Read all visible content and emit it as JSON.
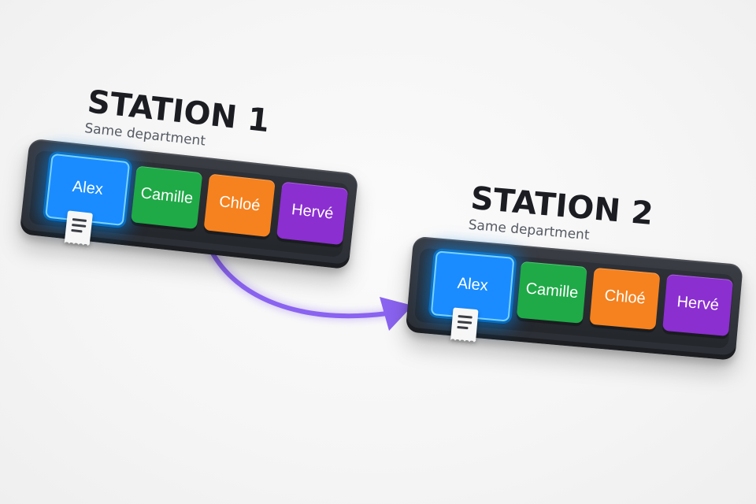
{
  "stations": [
    {
      "title": "STATION 1",
      "subtitle": "Same department",
      "seats": [
        {
          "name": "Alex",
          "color": "#1a8cff",
          "selected": true,
          "has_document": true
        },
        {
          "name": "Camille",
          "color": "#1faa47",
          "selected": false,
          "has_document": false
        },
        {
          "name": "Chloé",
          "color": "#f5821f",
          "selected": false,
          "has_document": false
        },
        {
          "name": "Hervé",
          "color": "#8b2fd0",
          "selected": false,
          "has_document": false
        }
      ]
    },
    {
      "title": "STATION 2",
      "subtitle": "Same department",
      "seats": [
        {
          "name": "Alex",
          "color": "#1a8cff",
          "selected": true,
          "has_document": true
        },
        {
          "name": "Camille",
          "color": "#1faa47",
          "selected": false,
          "has_document": false
        },
        {
          "name": "Chloé",
          "color": "#f5821f",
          "selected": false,
          "has_document": false
        },
        {
          "name": "Hervé",
          "color": "#8b2fd0",
          "selected": false,
          "has_document": false
        }
      ]
    }
  ],
  "transfer_arrow": {
    "color": "#8a63f0",
    "from": "STATION 1",
    "to": "STATION 2"
  },
  "icons": {
    "document": "document-icon",
    "arrow": "curved-arrow-icon"
  }
}
